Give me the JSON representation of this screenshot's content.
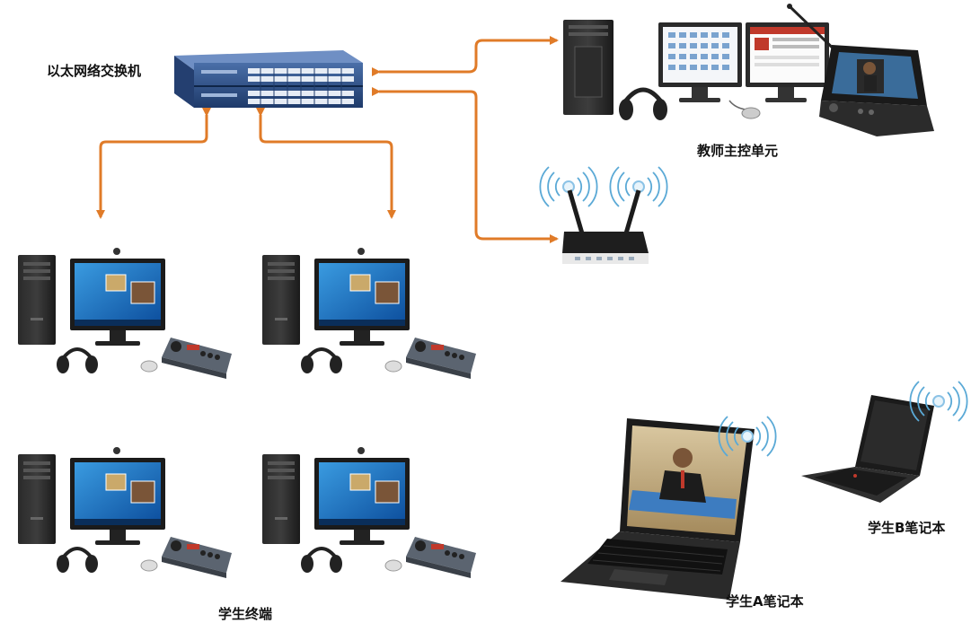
{
  "labels": {
    "switch": "以太网络交换机",
    "teacher": "教师主控单元",
    "students": "学生终端",
    "laptop_a": "学生A笔记本",
    "laptop_b": "学生B笔记本"
  },
  "colors": {
    "arrow": "#e07b28",
    "wifi": "#5aa9d6",
    "screen_blue": "#1c6fc0"
  },
  "icons": [
    "network-switch-icon",
    "teacher-console-icon",
    "wifi-router-icon",
    "student-pc-icon",
    "laptop-icon"
  ]
}
